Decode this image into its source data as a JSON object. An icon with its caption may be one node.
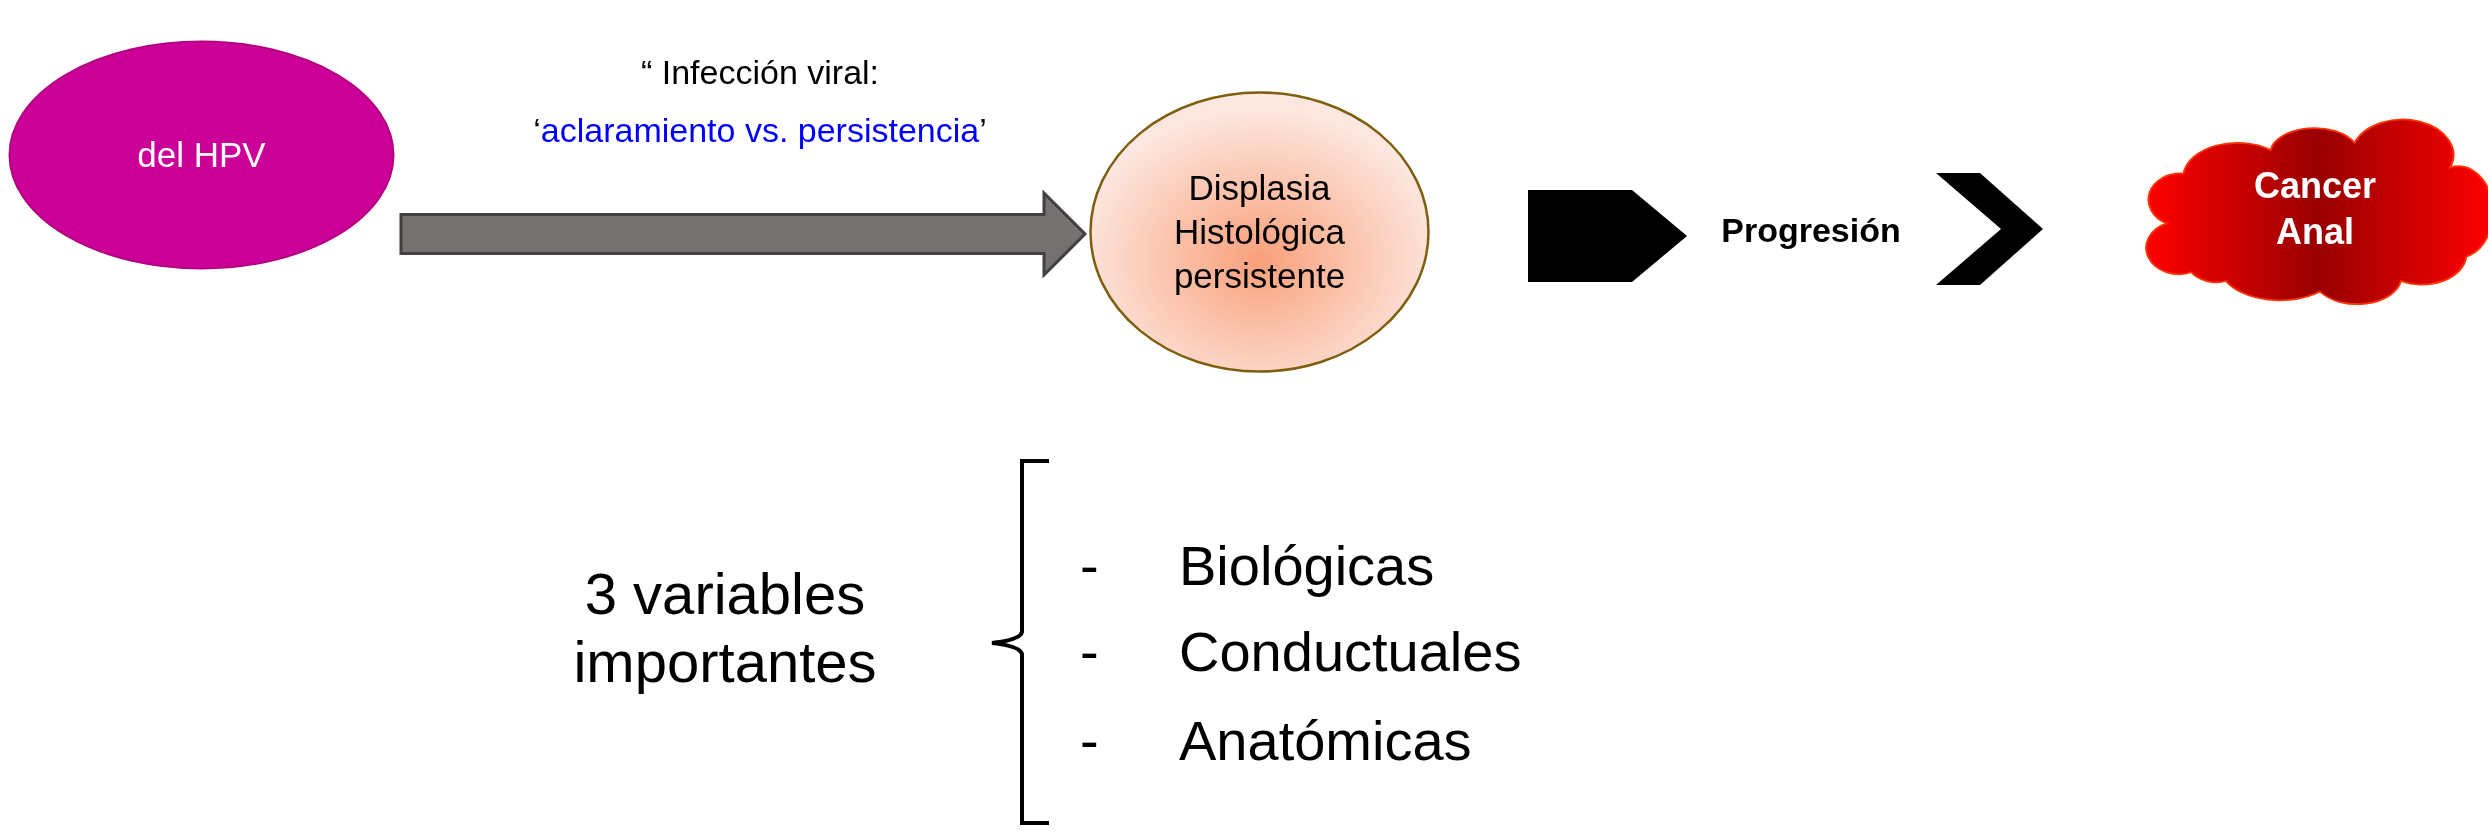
{
  "diagram": {
    "nodes": [
      {
        "text": [
          "del HPV"
        ]
      },
      {
        "text": [
          "Displasia Histológica persistente"
        ]
      },
      {
        "text": [
          "Progresión"
        ]
      },
      {
        "text": [
          "Cancer Anal"
        ]
      }
    ],
    "edges": [
      {
        "from": 0,
        "to": 1,
        "arrow": "to",
        "style": "thick",
        "color": "#767171"
      },
      {
        "from": 1,
        "to": 2,
        "arrow": "to",
        "style": "thick",
        "color": "#000000"
      },
      {
        "from": 2,
        "to": 3,
        "arrow": "to",
        "style": "thick",
        "color": "#000000"
      }
    ],
    "labels": [
      "“ Infección viral:",
      "‘aclaramiento vs. persistencia’",
      "3 variables importantes",
      "-",
      "Biológicas",
      "-",
      "Conductuales",
      "-",
      "Anatómicas"
    ]
  }
}
